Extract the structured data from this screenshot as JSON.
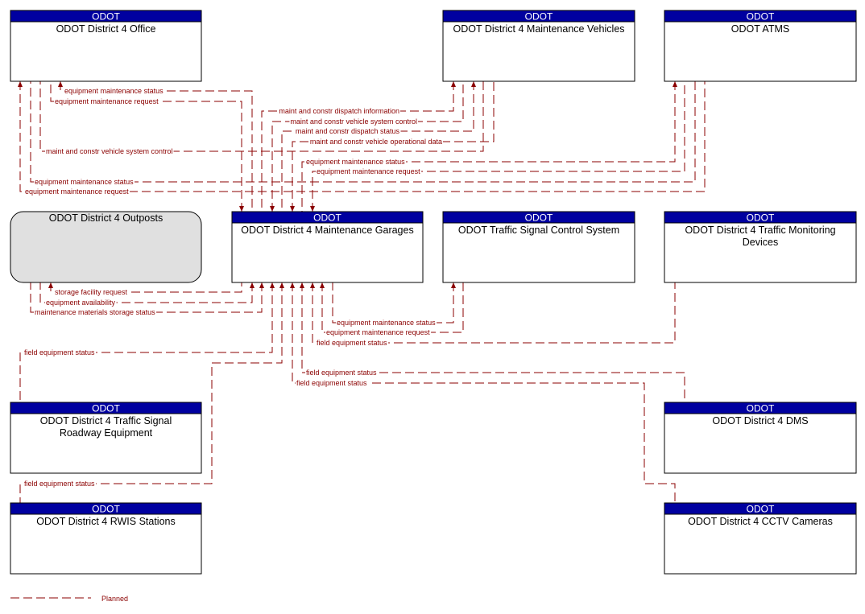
{
  "colors": {
    "header": "#0000a0",
    "flow": "#8b0000",
    "outpost_fill": "#e0e0e0",
    "box_fill": "#ffffff"
  },
  "nodes": [
    {
      "id": "office",
      "owner": "ODOT",
      "title": [
        "ODOT District 4 Office"
      ]
    },
    {
      "id": "vehicles",
      "owner": "ODOT",
      "title": [
        "ODOT District 4 Maintenance Vehicles"
      ]
    },
    {
      "id": "atms",
      "owner": "ODOT",
      "title": [
        "ODOT ATMS"
      ]
    },
    {
      "id": "outposts",
      "owner": "",
      "title": [
        "ODOT District 4 Outposts"
      ]
    },
    {
      "id": "garages",
      "owner": "ODOT",
      "title": [
        "ODOT District 4 Maintenance Garages"
      ]
    },
    {
      "id": "tscs",
      "owner": "ODOT",
      "title": [
        "ODOT Traffic Signal Control System"
      ]
    },
    {
      "id": "tmd",
      "owner": "ODOT",
      "title": [
        "ODOT District 4 Traffic Monitoring",
        "Devices"
      ]
    },
    {
      "id": "tsre",
      "owner": "ODOT",
      "title": [
        "ODOT District 4 Traffic Signal",
        "Roadway Equipment"
      ]
    },
    {
      "id": "dms",
      "owner": "ODOT",
      "title": [
        "ODOT District 4 DMS"
      ]
    },
    {
      "id": "rwis",
      "owner": "ODOT",
      "title": [
        "ODOT District 4 RWIS Stations"
      ]
    },
    {
      "id": "cctv",
      "owner": "ODOT",
      "title": [
        "ODOT District 4 CCTV Cameras"
      ]
    }
  ],
  "flows": [
    {
      "id": "f1",
      "label": "equipment maintenance status"
    },
    {
      "id": "f2",
      "label": "equipment maintenance request"
    },
    {
      "id": "f3",
      "label": "maint and constr dispatch information"
    },
    {
      "id": "f4",
      "label": "maint and constr vehicle system control"
    },
    {
      "id": "f5",
      "label": "maint and constr dispatch status"
    },
    {
      "id": "f6",
      "label": "maint and constr vehicle operational data"
    },
    {
      "id": "f7",
      "label": "maint and constr vehicle system control"
    },
    {
      "id": "f8",
      "label": "equipment maintenance status"
    },
    {
      "id": "f9",
      "label": "equipment maintenance request"
    },
    {
      "id": "f10",
      "label": "equipment maintenance status"
    },
    {
      "id": "f11",
      "label": "equipment maintenance request"
    },
    {
      "id": "f12",
      "label": "storage facility request"
    },
    {
      "id": "f13",
      "label": "equipment availability"
    },
    {
      "id": "f14",
      "label": "maintenance materials storage status"
    },
    {
      "id": "f15",
      "label": "equipment maintenance status"
    },
    {
      "id": "f16",
      "label": "equipment maintenance request"
    },
    {
      "id": "f17",
      "label": "field equipment status"
    },
    {
      "id": "f18",
      "label": "field equipment status"
    },
    {
      "id": "f19",
      "label": "field equipment status"
    },
    {
      "id": "f20",
      "label": "field equipment status"
    },
    {
      "id": "f21",
      "label": "field equipment status"
    }
  ],
  "legend": {
    "label": "Planned"
  }
}
